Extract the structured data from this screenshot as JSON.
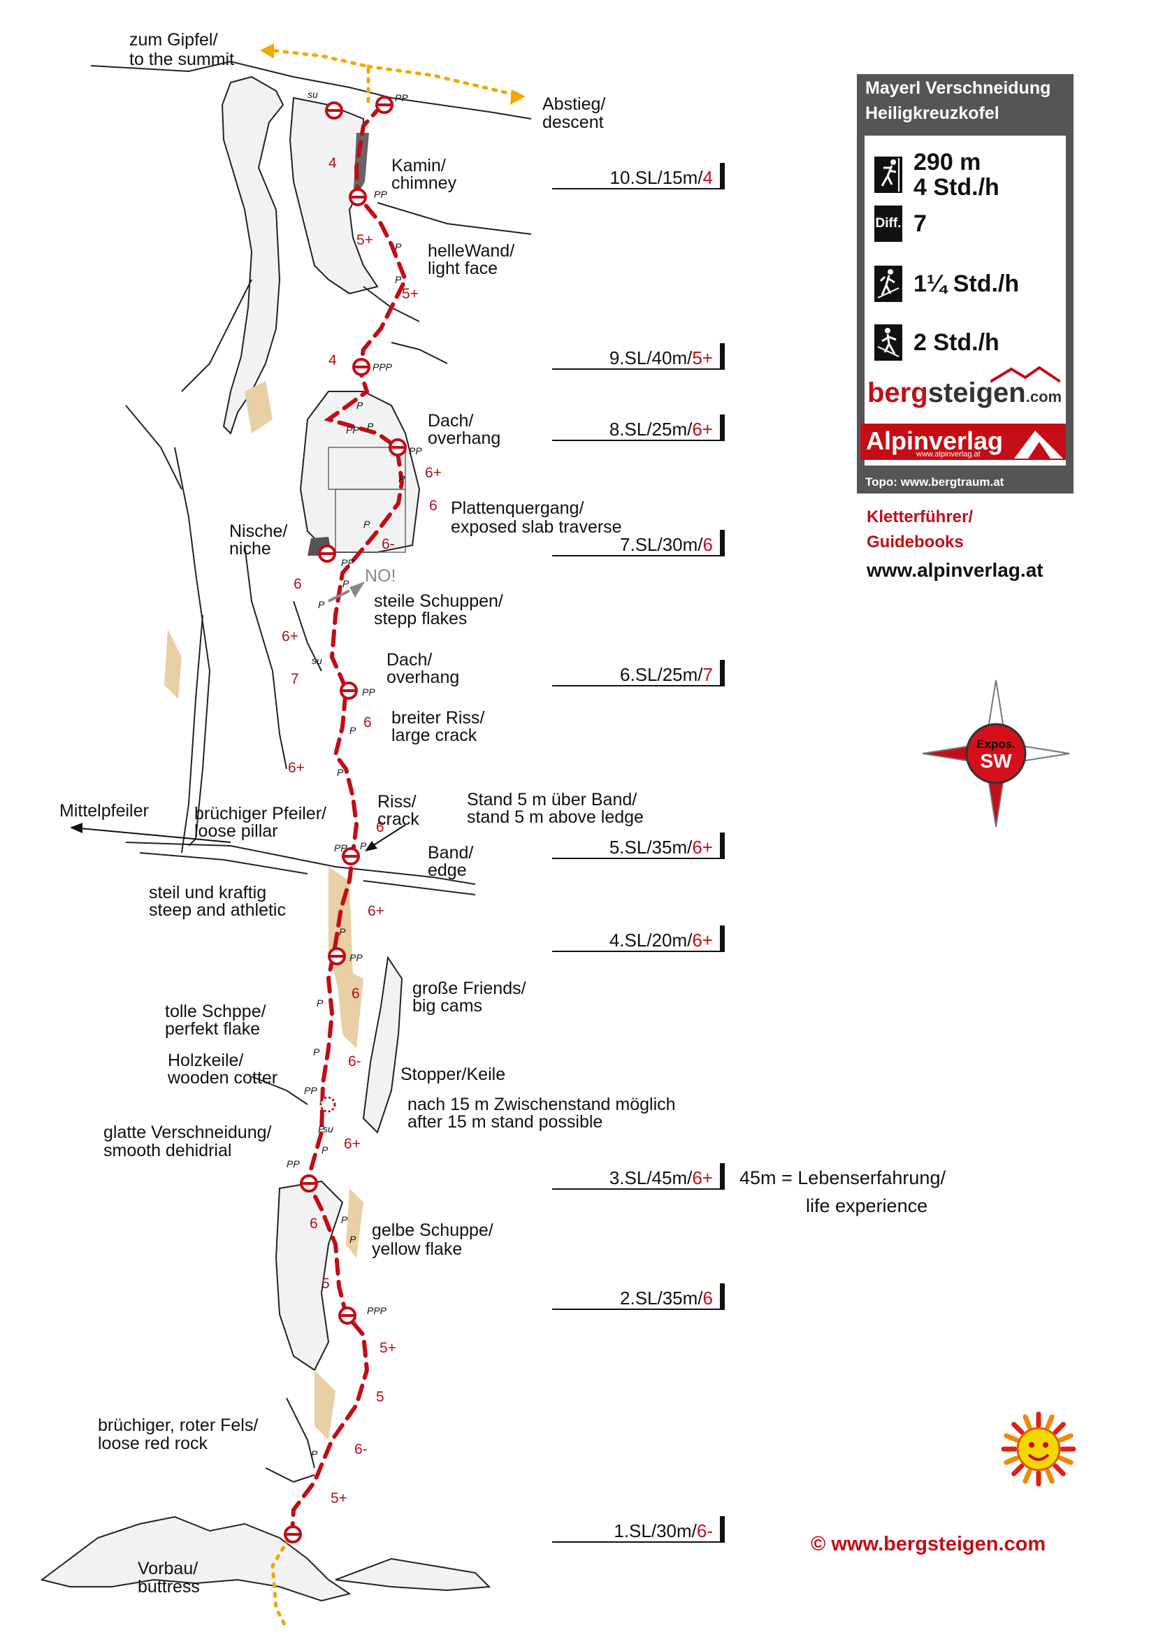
{
  "info": {
    "title_line1": "Mayerl Verschneidung",
    "title_line2": "Heiligkreuzkofel",
    "length": "290 m",
    "time_climb": "4 Std./h",
    "diff_icon_label": "Diff.",
    "difficulty": "7",
    "approach": "1¼ Std./h",
    "descent": "2 Std./h",
    "topo_credit": "Topo: www.bergtraum.at",
    "brand_bergsteigen_a": "berg",
    "brand_bergsteigen_b": "steigen",
    "brand_bergsteigen_c": ".com",
    "brand_alpinverlag": "Alpinverlag",
    "brand_alpinverlag_url": "www.alpinverlag.at",
    "icons": [
      "climber-icon",
      "diff-icon",
      "approach-hiker-icon",
      "descent-hiker-icon"
    ]
  },
  "guidebooks": {
    "line1": "Kletterführer/",
    "line2": "Guidebooks",
    "url": "www.alpinverlag.at"
  },
  "compass": {
    "label": "Expos.",
    "direction": "SW"
  },
  "copyright": "©  www.bergsteigen.com",
  "pitches": [
    {
      "label": "10.SL/15m/",
      "grade": "4"
    },
    {
      "label": "9.SL/40m/",
      "grade": "5+"
    },
    {
      "label": "8.SL/25m/",
      "grade": "6+"
    },
    {
      "label": "7.SL/30m/",
      "grade": "6"
    },
    {
      "label": "6.SL/25m/",
      "grade": "7"
    },
    {
      "label": "5.SL/35m/",
      "grade": "6+"
    },
    {
      "label": "4.SL/20m/",
      "grade": "6+"
    },
    {
      "label": "3.SL/45m/",
      "grade": "6+"
    },
    {
      "label": "2.SL/35m/",
      "grade": "6"
    },
    {
      "label": "1.SL/30m/",
      "grade": "6-"
    }
  ],
  "labels": {
    "summit_1": "zum Gipfel/",
    "summit_2": "to the summit",
    "descent_1": "Abstieg/",
    "descent_2": "descent",
    "kamin_1": "Kamin/",
    "kamin_2": "chimney",
    "hell_1": "helleWand/",
    "hell_2": "light face",
    "dach1_1": "Dach/",
    "dach1_2": "overhang",
    "platten_1": "Plattenquergang/",
    "platten_2": "exposed slab traverse",
    "nische_1": "Nische/",
    "nische_2": "niche",
    "no": "NO!",
    "schuppen_1": "steile Schuppen/",
    "schuppen_2": "stepp flakes",
    "dach2_1": "Dach/",
    "dach2_2": "overhang",
    "riss_breit_1": "breiter Riss/",
    "riss_breit_2": "large crack",
    "mittelpfeiler": "Mittelpfeiler",
    "pfeiler_1": "brüchiger Pfeiler/",
    "pfeiler_2": "loose pillar",
    "riss_1": "Riss/",
    "riss_2": "crack",
    "stand_1": "Stand 5 m über Band/",
    "stand_2": "stand 5 m above ledge",
    "band_1": "Band/",
    "band_2": "edge",
    "steil_1": "steil und kraftig",
    "steil_2": "steep and athletic",
    "friends_1": "große Friends/",
    "friends_2": "big cams",
    "schuppe_1": "tolle Schppe/",
    "schuppe_2": "perfekt flake",
    "holz_1": "Holzkeile/",
    "holz_2": "wooden cotter",
    "stopper": "Stopper/Keile",
    "zwischen_1": "nach 15 m Zwischenstand möglich",
    "zwischen_2": "after 15 m stand possible",
    "glatt_1": "glatte Verschneidung/",
    "glatt_2": "smooth dehidrial",
    "leben_1": "45m = Lebenserfahrung/",
    "leben_2": "life experience",
    "gelb_1": "gelbe Schuppe/",
    "gelb_2": "yellow flake",
    "rot_1": "brüchiger, roter Fels/",
    "rot_2": "loose red rock",
    "vorbau_1": "Vorbau/",
    "vorbau_2": "buttress"
  },
  "route_grades": [
    "4",
    "5+",
    "5+",
    "4",
    "6+",
    "6",
    "6-",
    "6",
    "6+",
    "7",
    "6",
    "6+",
    "6",
    "6+",
    "6",
    "6-",
    "6+",
    "6",
    "5",
    "5+",
    "5",
    "6-",
    "5+"
  ],
  "bolt_marks": {
    "p": "P",
    "pp": "PP",
    "ppp": "PPP",
    "su": "su"
  }
}
